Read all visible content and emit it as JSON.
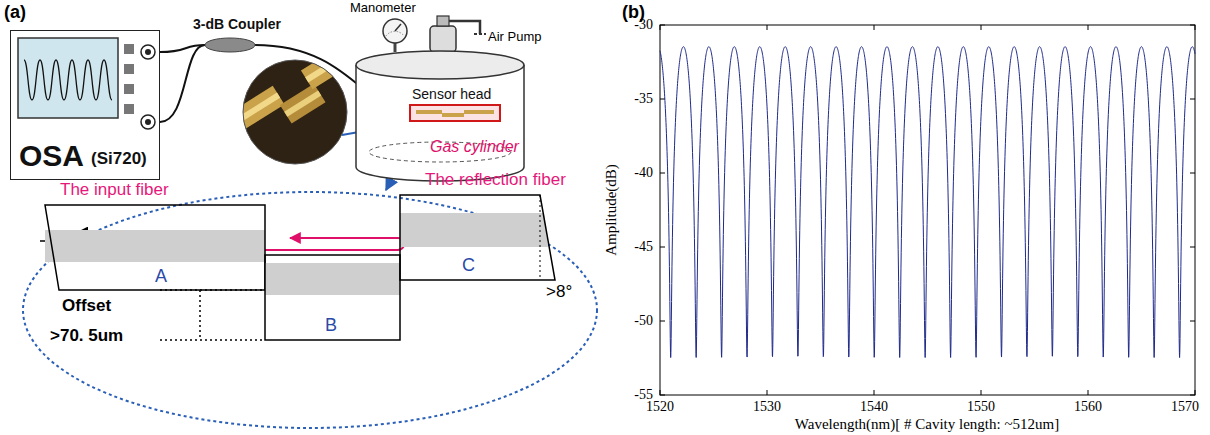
{
  "diagram": {
    "nodes": [
      {
        "text": [
          "OSA",
          "(Si720)"
        ]
      },
      {
        "text": [
          "3-dB Coupler"
        ]
      },
      {
        "text": [
          "Gas cylinder"
        ]
      },
      {
        "text": [
          "Sensor head"
        ],
        "in": 2
      },
      {
        "text": [
          "The input fiber",
          "A"
        ]
      },
      {
        "text": [
          "B"
        ]
      },
      {
        "text": [
          "The reflection fiber",
          "C"
        ]
      }
    ],
    "edges": [
      {
        "from": 0,
        "to": 1,
        "arrow": "none"
      },
      {
        "from": 0,
        "to": 1,
        "arrow": "none"
      },
      {
        "from": 1,
        "to": 3,
        "arrow": "none"
      }
    ],
    "labels": [
      "(a)",
      "Manometer",
      "Air Pump",
      "Offset",
      ">70. 5um",
      ">8°",
      "(b)",
      "-30",
      "-35",
      "-40",
      "-45",
      "-50",
      "-55",
      "1520",
      "1530",
      "1540",
      "1550",
      "1560",
      "1570",
      "Amplitude(dB)",
      "Wavelength(nm)[ # Cavity length: ~512um]"
    ]
  }
}
